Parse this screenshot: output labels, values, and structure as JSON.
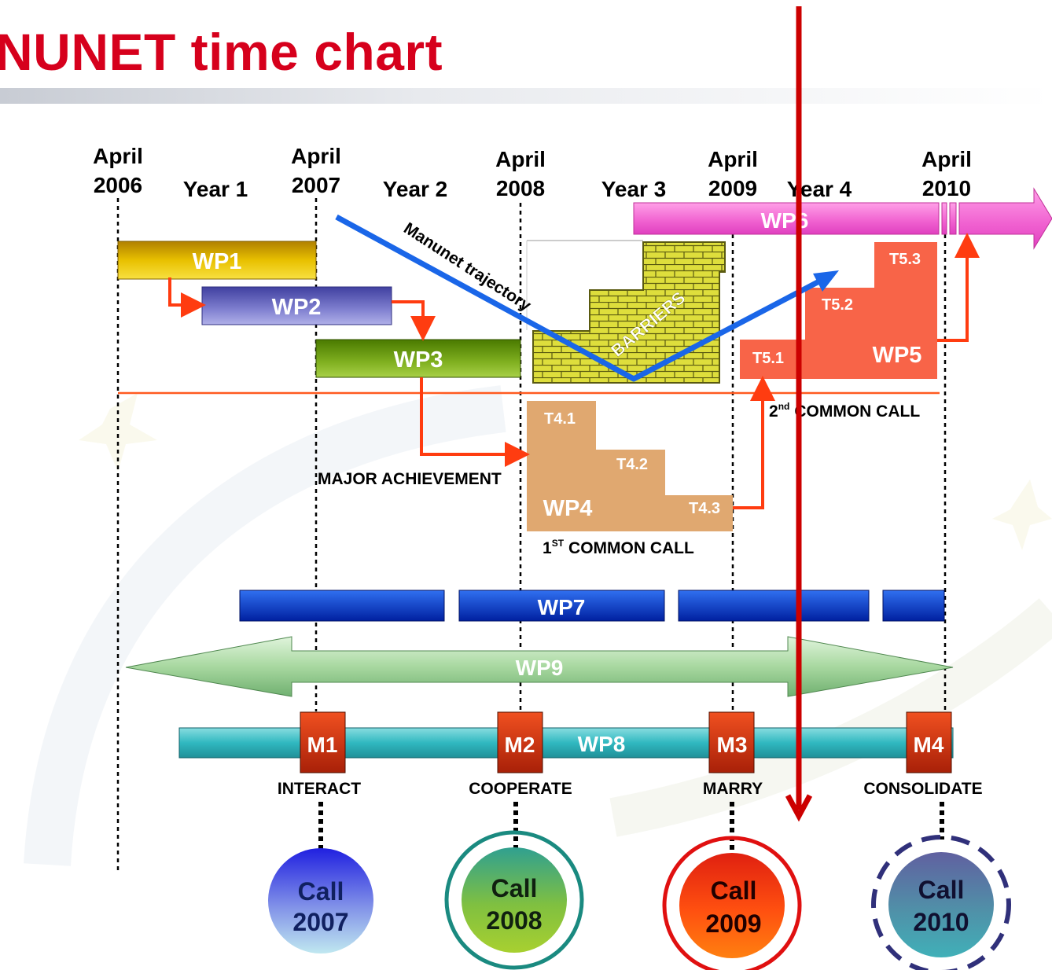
{
  "title": "NUNET time chart",
  "timeline": {
    "dates": [
      {
        "month": "April",
        "year": "2006"
      },
      {
        "month": "April",
        "year": "2007"
      },
      {
        "month": "April",
        "year": "2008"
      },
      {
        "month": "April",
        "year": "2009"
      },
      {
        "month": "April",
        "year": "2010"
      }
    ],
    "years": [
      "Year 1",
      "Year 2",
      "Year 3",
      "Year 4"
    ]
  },
  "work_packages": {
    "wp1": "WP1",
    "wp2": "WP2",
    "wp3": "WP3",
    "wp4": "WP4",
    "wp5": "WP5",
    "wp6": "WP6",
    "wp7": "WP7",
    "wp8": "WP8",
    "wp9": "WP9"
  },
  "tasks": {
    "t41": "T4.1",
    "t42": "T4.2",
    "t43": "T4.3",
    "t51": "T5.1",
    "t52": "T5.2",
    "t53": "T5.3"
  },
  "labels": {
    "trajectory": "Manunet trajectory",
    "barriers": "BARRIERS",
    "major_achievement": "MAJOR ACHIEVEMENT",
    "first_call_num": "1",
    "first_call_sup": "ST",
    "first_call_text": "COMMON CALL",
    "second_call_num": "2",
    "second_call_sup": "nd",
    "second_call_text": "COMMON CALL"
  },
  "milestones": [
    {
      "id": "M1",
      "label": "INTERACT"
    },
    {
      "id": "M2",
      "label": "COOPERATE"
    },
    {
      "id": "M3",
      "label": "MARRY"
    },
    {
      "id": "M4",
      "label": "CONSOLIDATE"
    }
  ],
  "calls": [
    {
      "word": "Call",
      "year": "2007"
    },
    {
      "word": "Call",
      "year": "2008"
    },
    {
      "word": "Call",
      "year": "2009"
    },
    {
      "word": "Call",
      "year": "2010"
    }
  ],
  "colors": {
    "title": "#d6001c",
    "wp1": "#d9a800",
    "wp2": "#6c6cc0",
    "wp3": "#6e9e10",
    "wp4": "#e0a870",
    "wp5": "#f86448",
    "wp6": "#f060c8",
    "wp7": "#1040c0",
    "wp8": "#30b0b8",
    "wp9": "#a8d8a0",
    "milestone": "#d03810",
    "arrow": "#ff3c10",
    "trajectory": "#1a66e8",
    "now_line": "#cc0000",
    "barrier": "#e0e040"
  }
}
